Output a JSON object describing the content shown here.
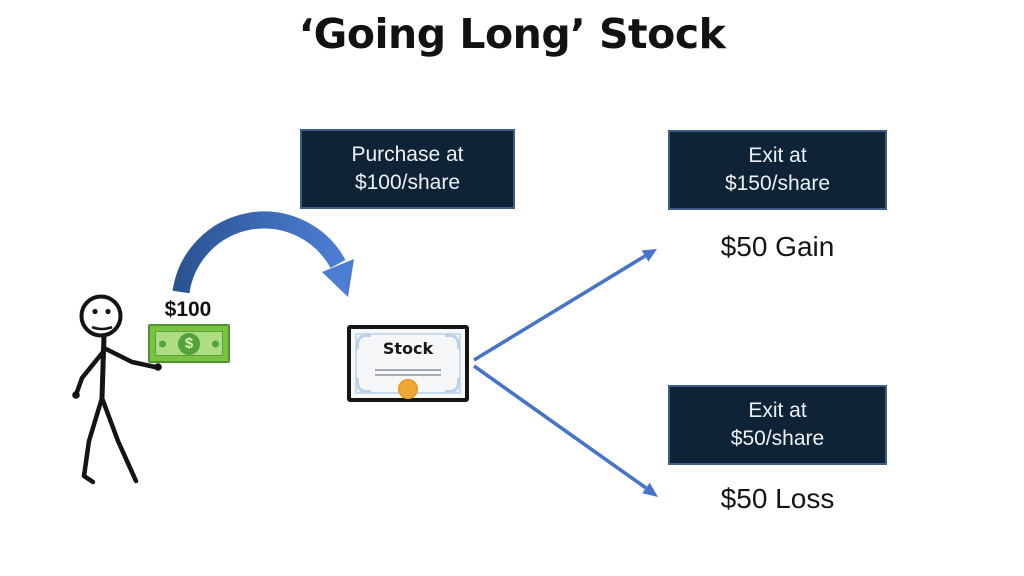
{
  "title": "‘Going Long’ Stock",
  "flow": {
    "purchase_box": {
      "line1": "Purchase at",
      "line2": "$100/share"
    },
    "exit_gain_box": {
      "line1": "Exit at",
      "line2": "$150/share"
    },
    "exit_loss_box": {
      "line1": "Exit at",
      "line2": "$50/share"
    },
    "gain_result": "$50 Gain",
    "loss_result": "$50 Loss"
  },
  "money": {
    "label": "$100",
    "symbol": "$"
  },
  "certificate": {
    "label": "Stock"
  },
  "colors": {
    "box_background": "#0E2436",
    "box_border": "#3D5F84",
    "box_text": "#EEF1F4",
    "arrow_blue": "#4674C9",
    "curved_arrow_start": "#2B5493",
    "curved_arrow_end": "#4C7DD3",
    "money_green": "#7CC242",
    "money_green_light": "#AEDC82",
    "money_green_dark": "#55A13A",
    "seal_gold": "#F0A937",
    "certificate_frame_blue": "#C7DBEE",
    "text_dark": "#121212"
  }
}
